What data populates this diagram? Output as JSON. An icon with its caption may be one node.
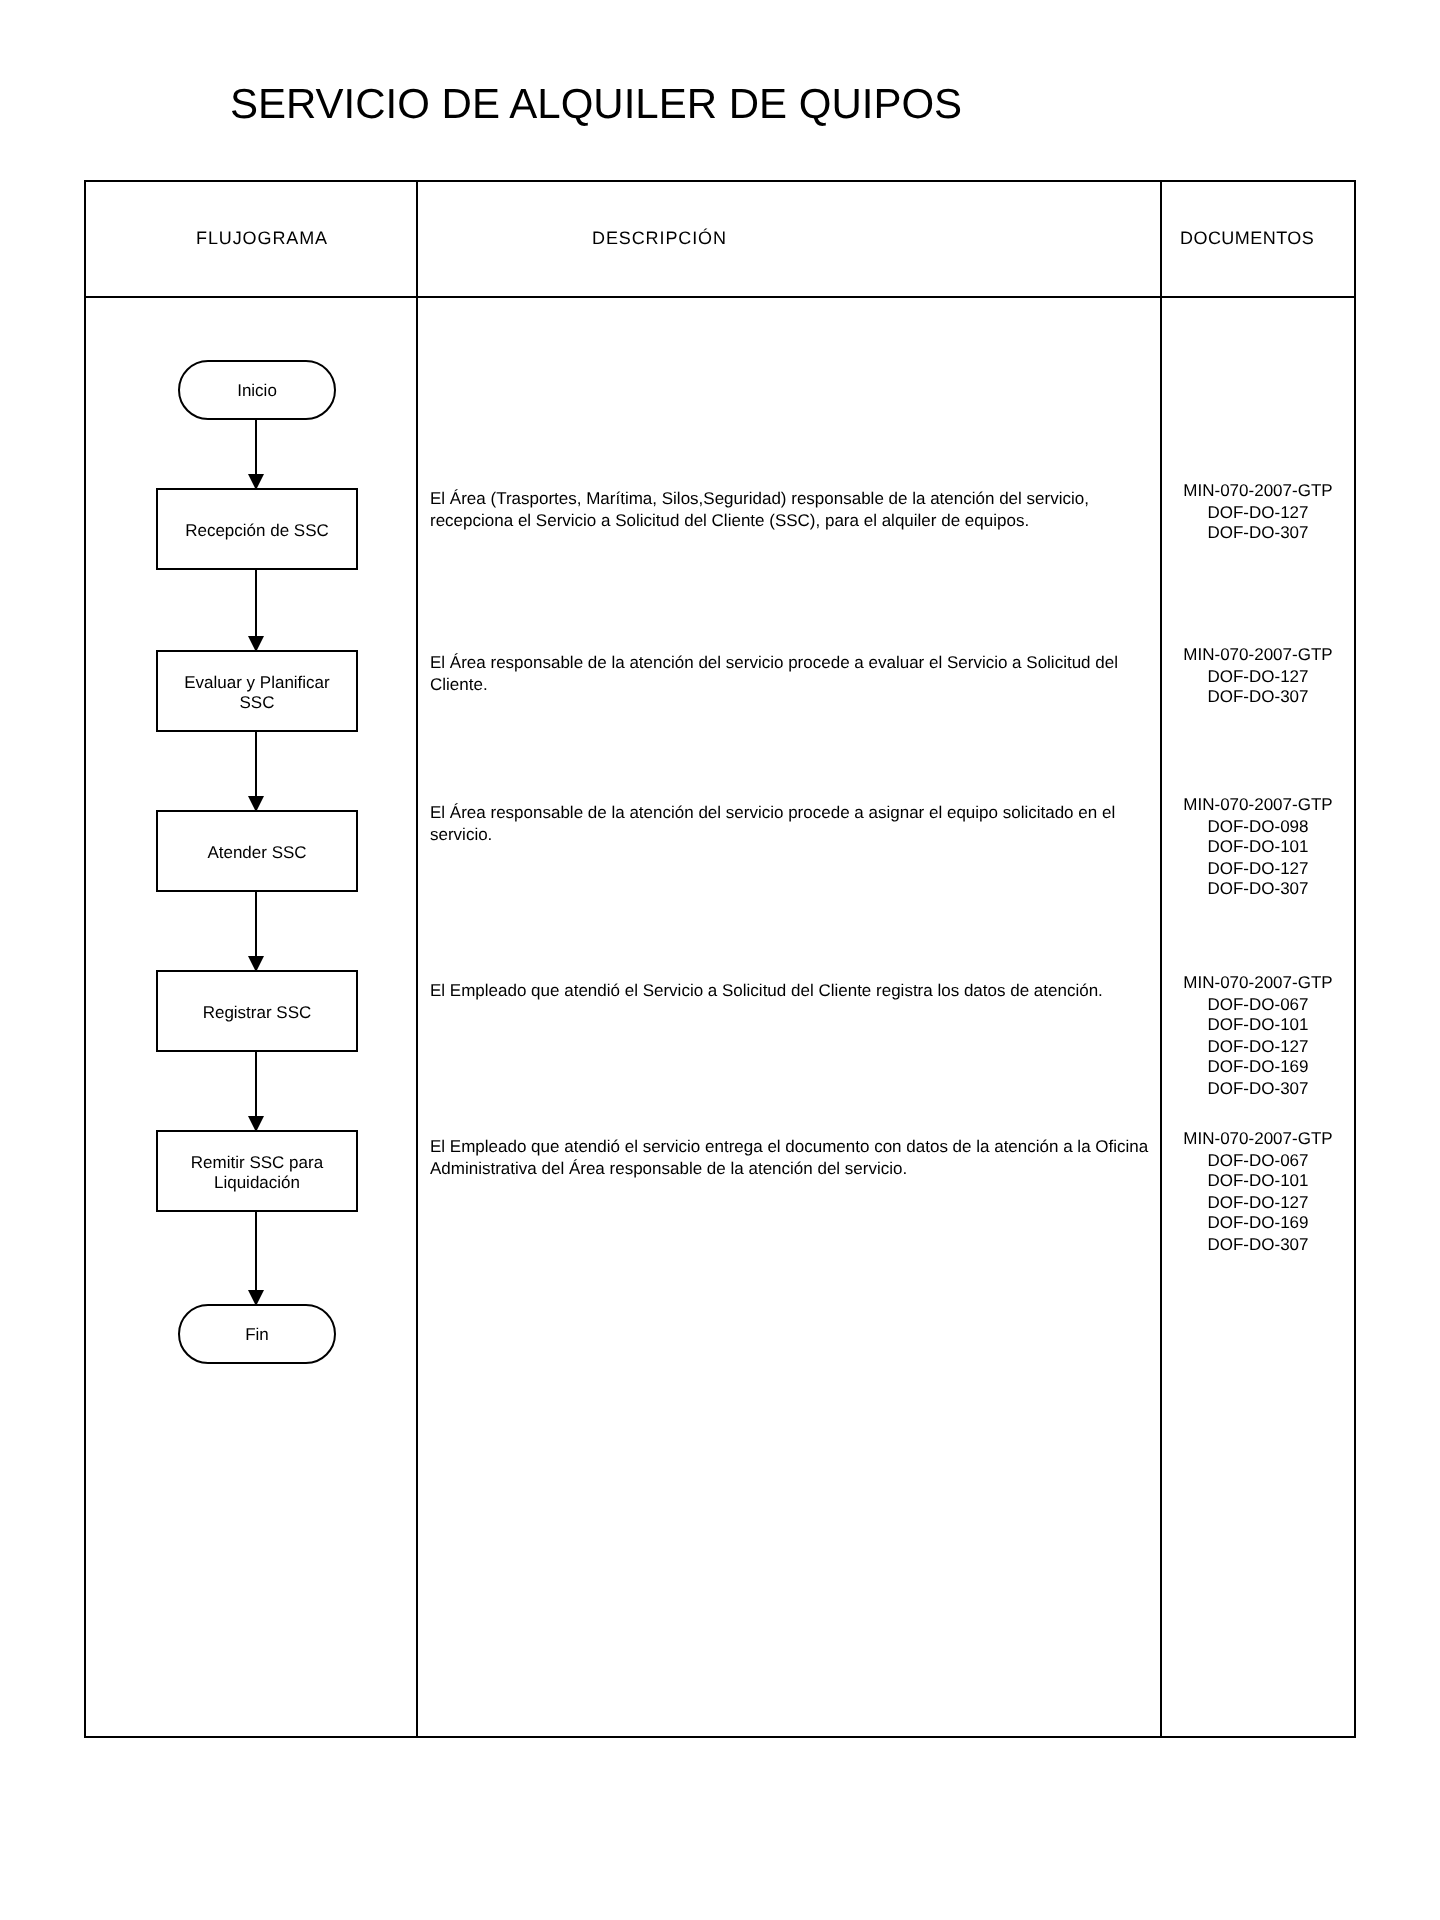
{
  "diagram": {
    "title": "SERVICIO DE ALQUILER DE QUIPOS",
    "nodes": [
      {
        "text": [
          "Inicio"
        ]
      },
      {
        "text": [
          "Recepción de SSC"
        ]
      },
      {
        "text": [
          "Evaluar y Planificar SSC"
        ]
      },
      {
        "text": [
          "Atender SSC"
        ]
      },
      {
        "text": [
          "Registrar SSC"
        ]
      },
      {
        "text": [
          "Remitir SSC para Liquidación"
        ]
      },
      {
        "text": [
          "Fin"
        ]
      }
    ],
    "edges": [
      {
        "from": 0,
        "to": 1,
        "arrow": "to"
      },
      {
        "from": 1,
        "to": 2,
        "arrow": "to"
      },
      {
        "from": 2,
        "to": 3,
        "arrow": "to"
      },
      {
        "from": 3,
        "to": 4,
        "arrow": "to"
      },
      {
        "from": 4,
        "to": 5,
        "arrow": "to"
      },
      {
        "from": 5,
        "to": 6,
        "arrow": "to"
      }
    ],
    "labels": [
      "FLUJOGRAMA",
      "DESCRIPCIÓN",
      "DOCUMENTOS",
      "El Área (Trasportes, Marítima, Silos,Seguridad) responsable de la atención del servicio, recepciona el Servicio a Solicitud del Cliente (SSC), para el alquiler de equipos.",
      "MIN-070-2007-GTP",
      "DOF-DO-127",
      "DOF-DO-307",
      "El Área responsable de la atención del servicio procede a evaluar el Servicio a Solicitud del Cliente.",
      "MIN-070-2007-GTP",
      "DOF-DO-127",
      "DOF-DO-307",
      "El Área responsable de la atención del servicio procede a asignar el  equipo solicitado en el servicio.",
      "MIN-070-2007-GTP",
      "DOF-DO-098",
      "DOF-DO-101",
      "DOF-DO-127",
      "DOF-DO-307",
      "El Empleado  que atendió el Servicio a Solicitud del Cliente registra los datos de atención.",
      "MIN-070-2007-GTP",
      "DOF-DO-067",
      "DOF-DO-101",
      "DOF-DO-127",
      "DOF-DO-169",
      "DOF-DO-307",
      "El Empleado que atendió el servicio entrega el documento con datos de la atención a la Oficina Administrativa del Área responsable de la atención del servicio.",
      "MIN-070-2007-GTP",
      "DOF-DO-067",
      "DOF-DO-101",
      "DOF-DO-127",
      "DOF-DO-169",
      "DOF-DO-307"
    ]
  }
}
